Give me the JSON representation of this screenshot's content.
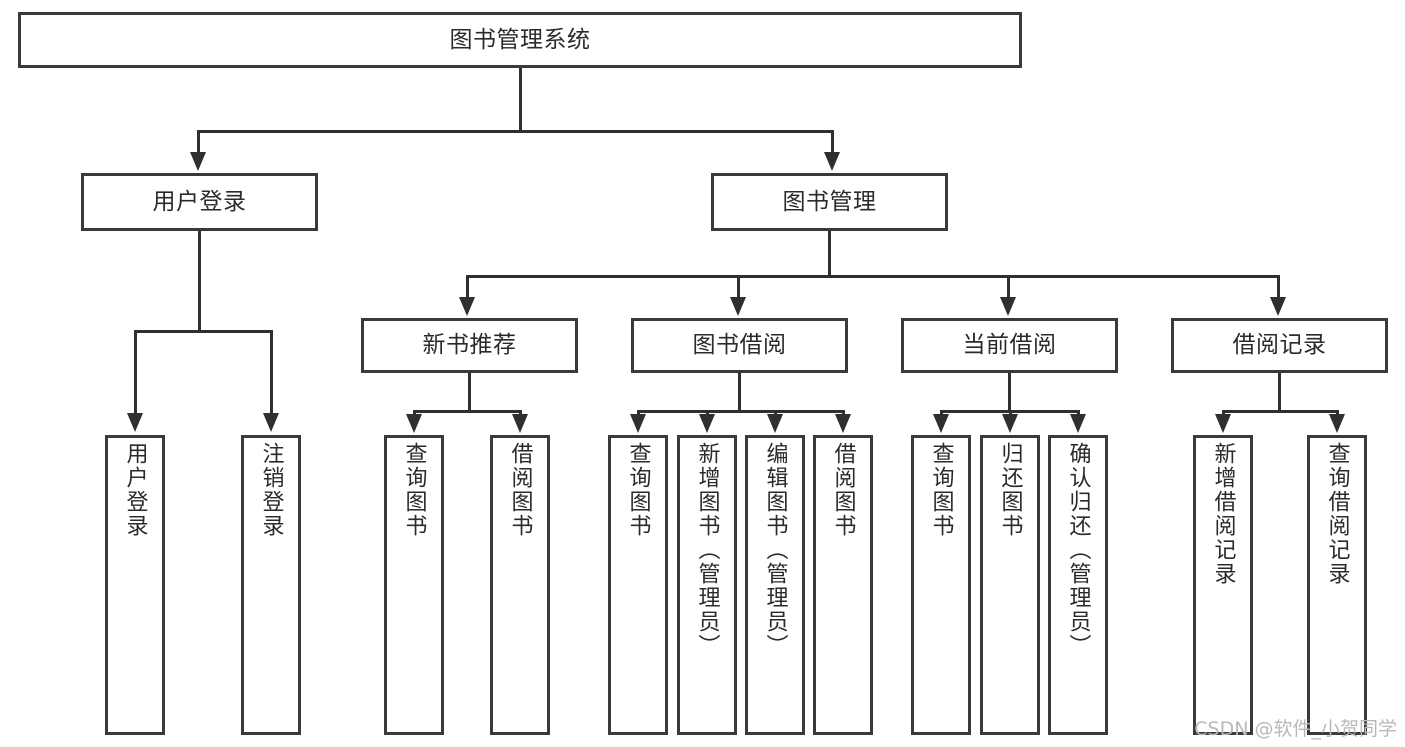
{
  "diagram": {
    "title": "图书管理系统",
    "watermark": "CSDN @软件_小贺同学",
    "root": {
      "label": "图书管理系统"
    },
    "level2": [
      {
        "label": "用户登录"
      },
      {
        "label": "图书管理"
      }
    ],
    "level3": [
      {
        "label": "新书推荐"
      },
      {
        "label": "图书借阅"
      },
      {
        "label": "当前借阅"
      },
      {
        "label": "借阅记录"
      }
    ],
    "leaves": {
      "user_login": [
        {
          "label": "用户登录"
        },
        {
          "label": "注销登录"
        }
      ],
      "new_book": [
        {
          "label": "查询图书"
        },
        {
          "label": "借阅图书"
        }
      ],
      "book_borrow": [
        {
          "label": "查询图书"
        },
        {
          "label": "新增图书（管理员）"
        },
        {
          "label": "编辑图书（管理员）"
        },
        {
          "label": "借阅图书"
        }
      ],
      "current_borrow": [
        {
          "label": "查询图书"
        },
        {
          "label": "归还图书"
        },
        {
          "label": "确认归还（管理员）"
        }
      ],
      "borrow_record": [
        {
          "label": "新增借阅记录"
        },
        {
          "label": "查询借阅记录"
        }
      ]
    }
  }
}
